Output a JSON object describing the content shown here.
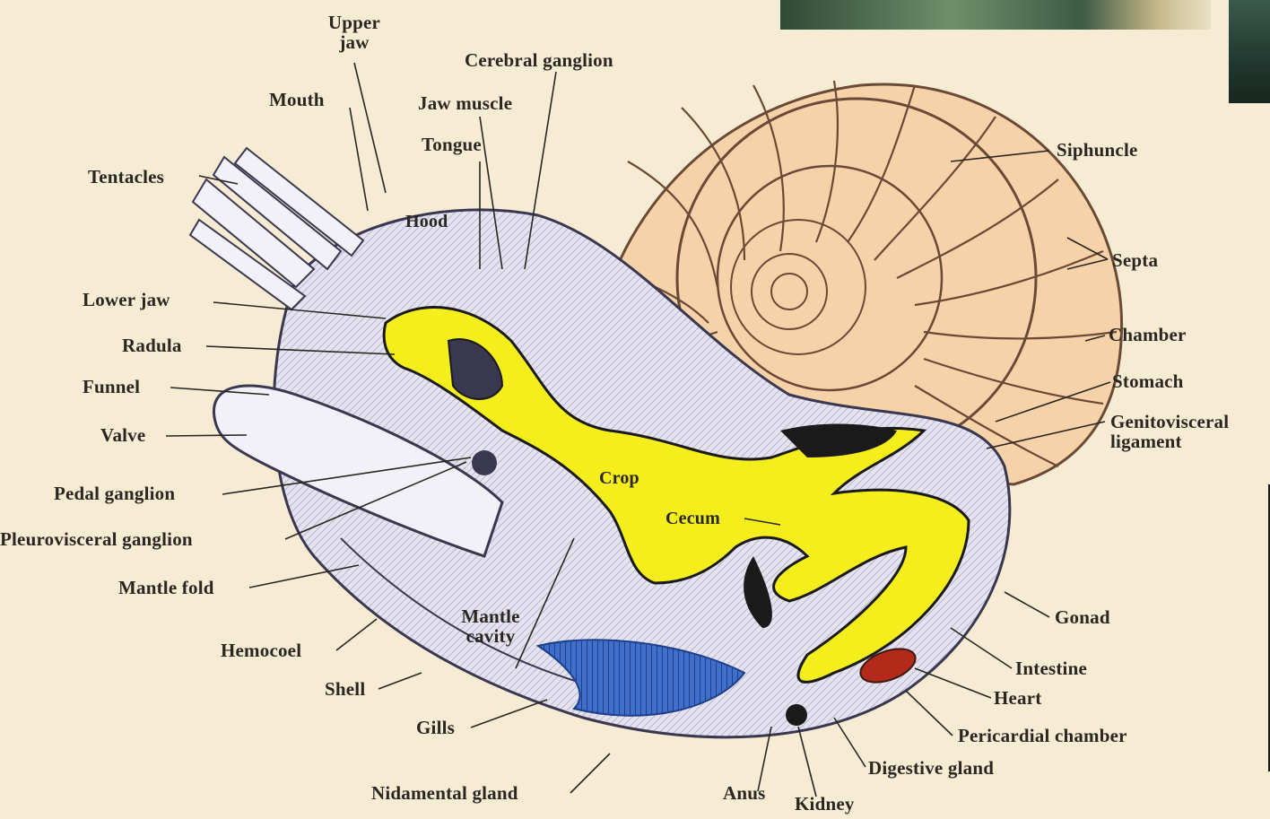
{
  "diagram": {
    "labels": {
      "upper_jaw": "Upper jaw",
      "mouth": "Mouth",
      "cerebral_ganglion": "Cerebral ganglion",
      "jaw_muscle": "Jaw muscle",
      "tongue": "Tongue",
      "tentacles": "Tentacles",
      "hood": "Hood",
      "siphuncle": "Siphuncle",
      "septa": "Septa",
      "lower_jaw": "Lower jaw",
      "radula": "Radula",
      "chamber": "Chamber",
      "funnel": "Funnel",
      "stomach": "Stomach",
      "valve": "Valve",
      "genitovisceral_ligament": "Genitovisceral ligament",
      "pedal_ganglion": "Pedal ganglion",
      "crop": "Crop",
      "cecum": "Cecum",
      "pleurovisceral_ganglion": "Pleurovisceral ganglion",
      "mantle_fold": "Mantle fold",
      "mantle_cavity": "Mantle cavity",
      "gonad": "Gonad",
      "hemocoel": "Hemocoel",
      "intestine": "Intestine",
      "shell": "Shell",
      "heart": "Heart",
      "gills": "Gills",
      "pericardial_chamber": "Pericardial chamber",
      "digestive_gland": "Digestive gland",
      "nidamental_gland": "Nidamental gland",
      "anus": "Anus",
      "kidney": "Kidney"
    }
  },
  "colors": {
    "background": "#f6ecd4",
    "shell": "#f6d2a8",
    "digestive_tract": "#f4ee1c",
    "gills": "#3f6fc8",
    "heart": "#b32a1a",
    "body": "#e6e3f0"
  }
}
